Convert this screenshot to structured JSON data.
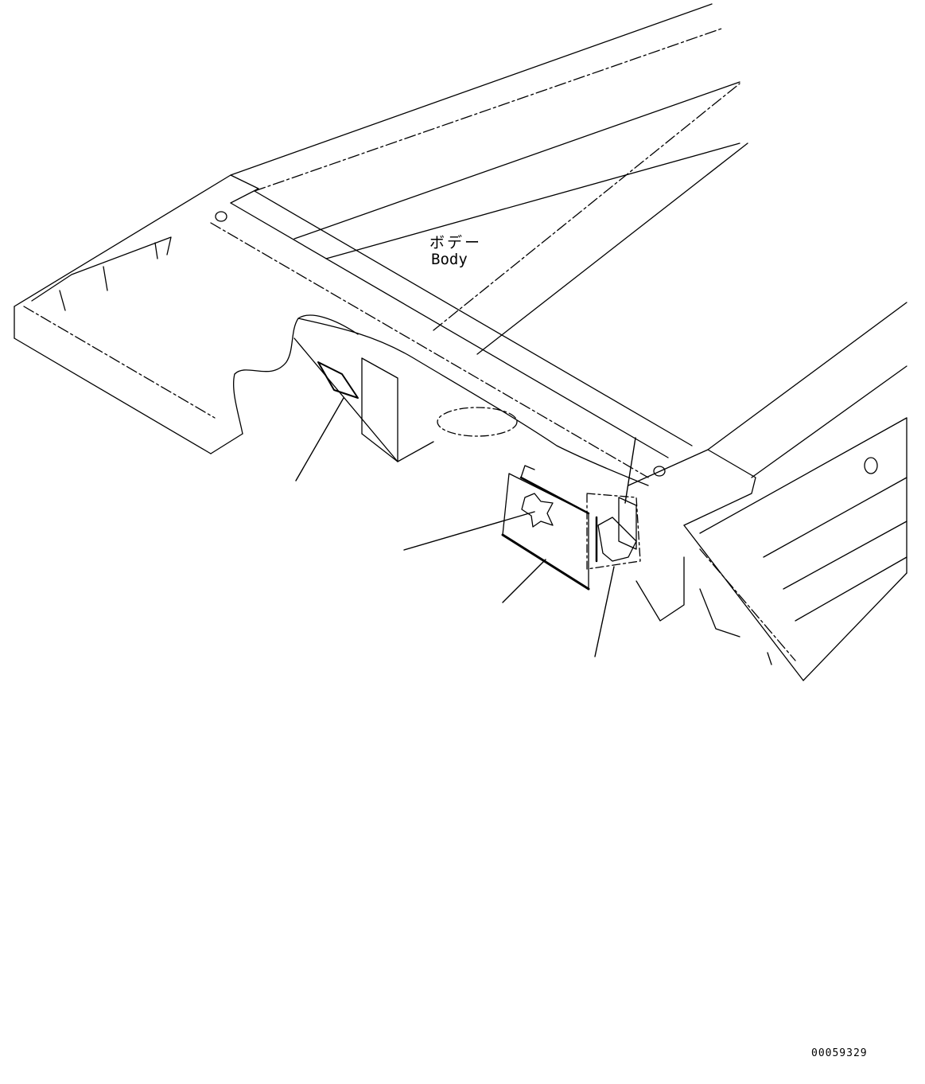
{
  "labels": {
    "body_jp": "ボデー",
    "body_en": "Body"
  },
  "drawing_id": "00059329"
}
